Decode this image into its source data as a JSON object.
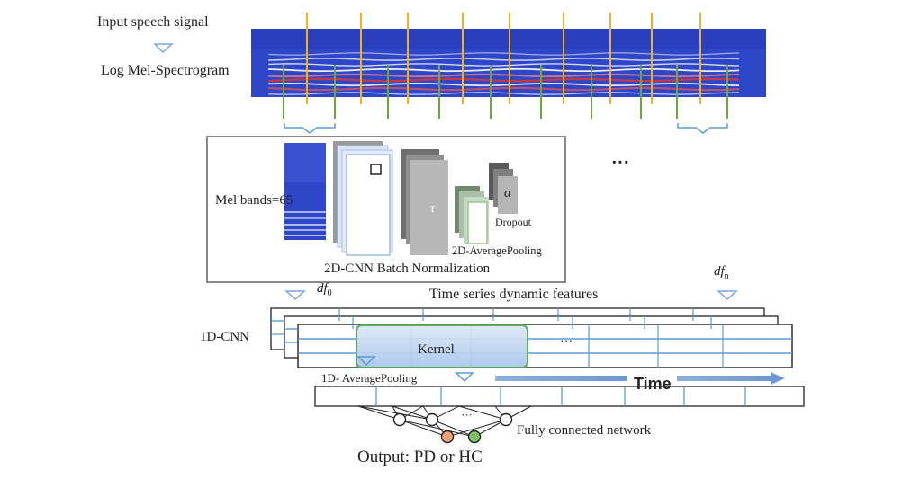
{
  "labels": {
    "input_signal": "Input speech signal",
    "log_mel": "Log Mel-Spectrogram",
    "mel_bands": "Mel bands=65",
    "tau": "τ",
    "alpha": "α",
    "dropout": "Dropout",
    "avgpool_2d": "2D-AveragePooling",
    "cnn_bn": "2D-CNN  Batch Normalization",
    "ellipsis": "···",
    "df_0": "df",
    "df_0_sub": "0",
    "df_n": "df",
    "df_n_sub": "n",
    "time_series": "Time series dynamic features",
    "cnn_1d": "1D-CNN",
    "kernel": "Kernel",
    "kernel_ellipsis": "···",
    "avgpool_1d": "1D- AveragePooling",
    "time": "Time",
    "fc_ellipsis": "···",
    "fc_network": "Fully connected network",
    "output": "Output: PD or HC"
  },
  "colors": {
    "spectrogram_bg": "#2e46c8",
    "spectrogram_band": "#d9383a",
    "frame_marker": "#f2b21b",
    "window_marker": "#6aaa3a",
    "brace": "#5b9bd5",
    "arrow": "#7da7d9",
    "output_pd": "#f4a07a",
    "output_hc": "#7fc06a"
  }
}
